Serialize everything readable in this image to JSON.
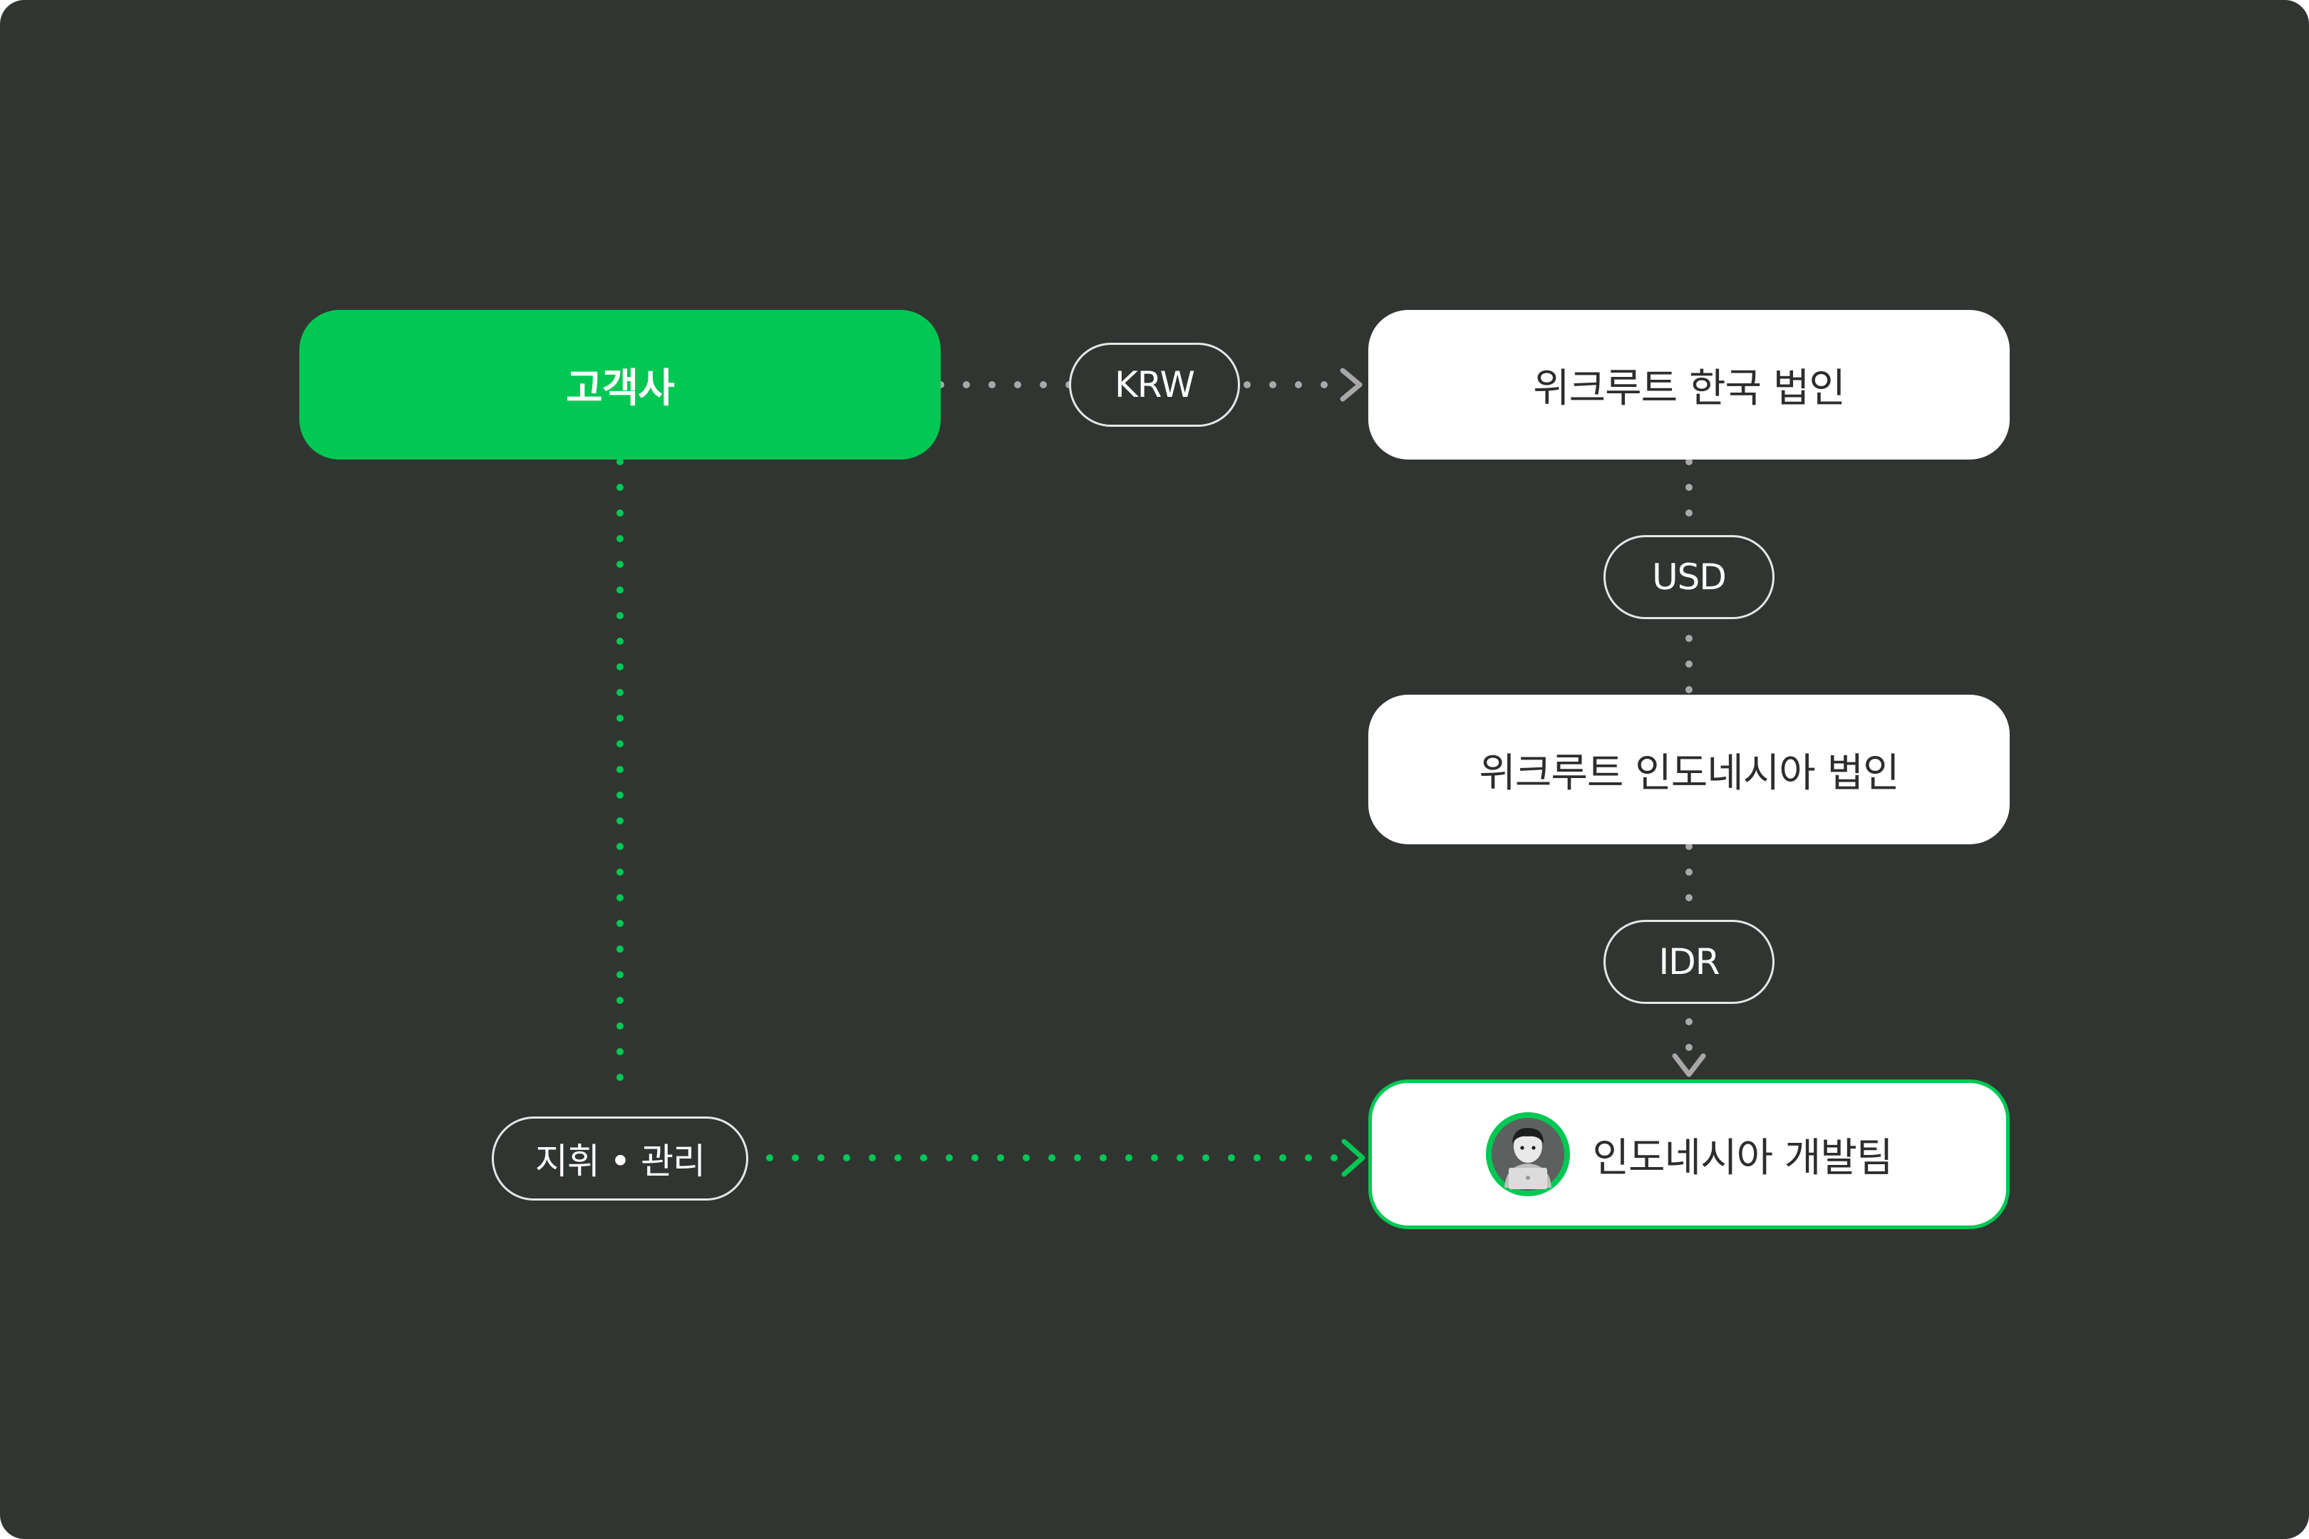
{
  "nodes": {
    "client": "고객사",
    "wecruit_korea": "위크루트 한국 법인",
    "wecruit_indonesia": "위크루트 인도네시아 법인",
    "dev_team": "인도네시아 개발팀"
  },
  "edges": {
    "krw": "KRW",
    "usd": "USD",
    "idr": "IDR",
    "manage": "지휘 • 관리"
  },
  "icons": {
    "dev_team_avatar": "developer-avatar-icon"
  },
  "colors": {
    "background": "#313532",
    "accent": "#00c853",
    "flow_gray": "#a0a0a0",
    "node_white": "#ffffff"
  }
}
